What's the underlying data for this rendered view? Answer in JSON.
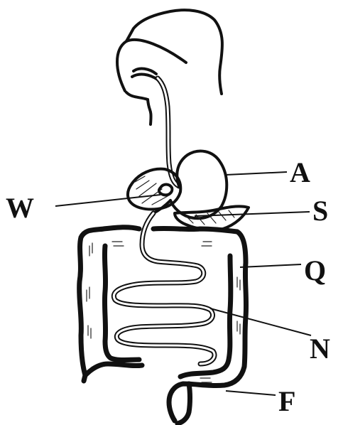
{
  "labels": {
    "A": "A",
    "W": "W",
    "S": "S",
    "Q": "Q",
    "N": "N",
    "F": "F"
  },
  "colors": {
    "ink": "#111111",
    "background": "#ffffff"
  }
}
